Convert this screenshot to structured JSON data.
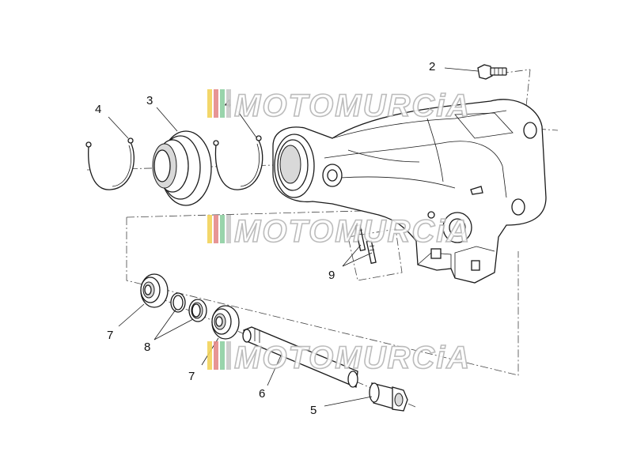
{
  "watermark": {
    "text": "MOTOMURCiA",
    "colors": [
      "#f2d35a",
      "#e58a8a",
      "#8fd0a2",
      "#c9c9c9"
    ]
  },
  "callouts": {
    "c2": "2",
    "c3": "3",
    "c4a": "4",
    "c4b": "4",
    "c5": "5",
    "c6": "6",
    "c7a": "7",
    "c7b": "7",
    "c8": "8",
    "c9": "9"
  }
}
